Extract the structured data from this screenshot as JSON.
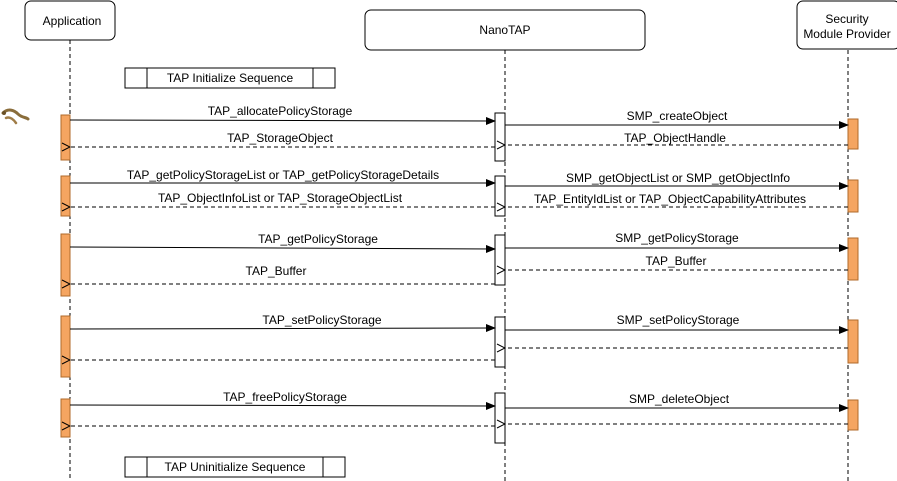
{
  "participants": {
    "application": {
      "label_lines": [
        "Application"
      ]
    },
    "nanotap": {
      "label_lines": [
        "NanoTAP"
      ]
    },
    "smp": {
      "label_lines": [
        "Security",
        "Module Provider"
      ]
    }
  },
  "frames": {
    "init": "TAP Initialize Sequence",
    "uninit": "TAP Uninitialize Sequence"
  },
  "messages": {
    "m1": "TAP_allocatePolicyStorage",
    "m2": "SMP_createObject",
    "m3": "TAP_ObjectHandle",
    "m4": "TAP_StorageObject",
    "m5": "TAP_getPolicyStorageList or TAP_getPolicyStorageDetails",
    "m6": "SMP_getObjectList or SMP_getObjectInfo",
    "m7": "TAP_EntityIdList or TAP_ObjectCapabilityAttributes",
    "m8": "TAP_ObjectInfoList or TAP_StorageObjectList",
    "m9": "TAP_getPolicyStorage",
    "m10": "SMP_getPolicyStorage",
    "m11": "TAP_Buffer",
    "m12": "TAP_Buffer",
    "m13": "TAP_setPolicyStorage",
    "m14": "SMP_setPolicyStorage",
    "m15": "",
    "m16": "",
    "m17": "TAP_freePolicyStorage",
    "m18": "SMP_deleteObject",
    "m19": "",
    "m20": ""
  },
  "colors": {
    "activation_fill": "#f5a561",
    "activation_stroke": "#b06a2a",
    "nano_activation_fill": "#ffffff",
    "line": "#000000"
  },
  "icons": {
    "corner_icon": "worm-icon"
  }
}
